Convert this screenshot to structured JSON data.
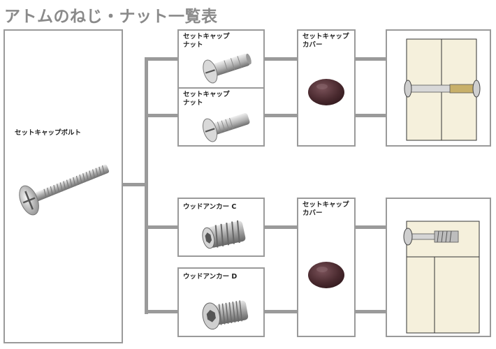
{
  "title": "アトムのねじ・ナット一覧表",
  "bolt": {
    "label": "セットキャップボルト"
  },
  "top": {
    "nut1": {
      "line1": "セットキャップ",
      "line2": "ナット"
    },
    "nut2": {
      "line1": "セットキャップ",
      "line2": "ナット"
    },
    "cover": {
      "line1": "セットキャップ",
      "line2": "カバー"
    }
  },
  "bottom": {
    "anchorC": {
      "label": "ウッドアンカー C"
    },
    "anchorD": {
      "label": "ウッドアンカー D"
    },
    "cover": {
      "line1": "セットキャップ",
      "line2": "カバー"
    }
  },
  "colors": {
    "border": "#9a9a9a",
    "cap": "#4a2a2f",
    "wood": "#f5f0dc",
    "metal": "#c9c9c9",
    "brass": "#c8b06a"
  }
}
